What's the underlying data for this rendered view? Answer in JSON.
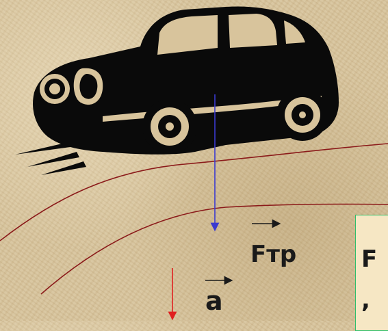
{
  "labels": {
    "friction_force": "Fтр",
    "acceleration": "a"
  },
  "textbox": {
    "visible_text": "F\n,"
  },
  "colors": {
    "road": "#8b1a1a",
    "gravity_arrow": "#3a3ad0",
    "acceleration_arrow": "#e02020",
    "textbox_border": "#2fbf6a",
    "car": "#0a0a0a"
  }
}
